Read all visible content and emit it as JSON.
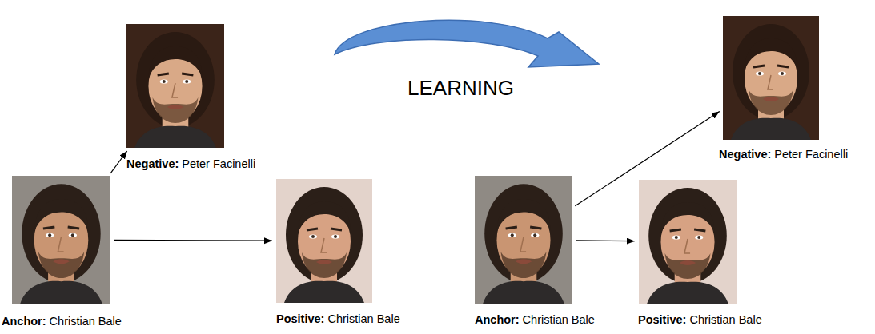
{
  "diagram": {
    "nodes": [
      {
        "text": [
          "Negative:",
          "Peter Facinelli"
        ]
      },
      {
        "text": [
          "Negative:",
          "Peter Facinelli"
        ]
      },
      {
        "text": [
          "Anchor:",
          "Christian Bale"
        ]
      },
      {
        "text": [
          "Positive:",
          "Christian Bale"
        ]
      },
      {
        "text": [
          "Anchor:",
          "Christian Bale"
        ]
      },
      {
        "text": [
          "Positive:",
          "Christian Bale"
        ]
      }
    ],
    "edges": [
      {
        "from": 2,
        "to": 0,
        "arrow": "to"
      },
      {
        "from": 2,
        "to": 3,
        "arrow": "to"
      },
      {
        "from": 4,
        "to": 1,
        "arrow": "to"
      },
      {
        "from": 4,
        "to": 5,
        "arrow": "to"
      }
    ],
    "labels": [
      "LEARNING"
    ]
  }
}
